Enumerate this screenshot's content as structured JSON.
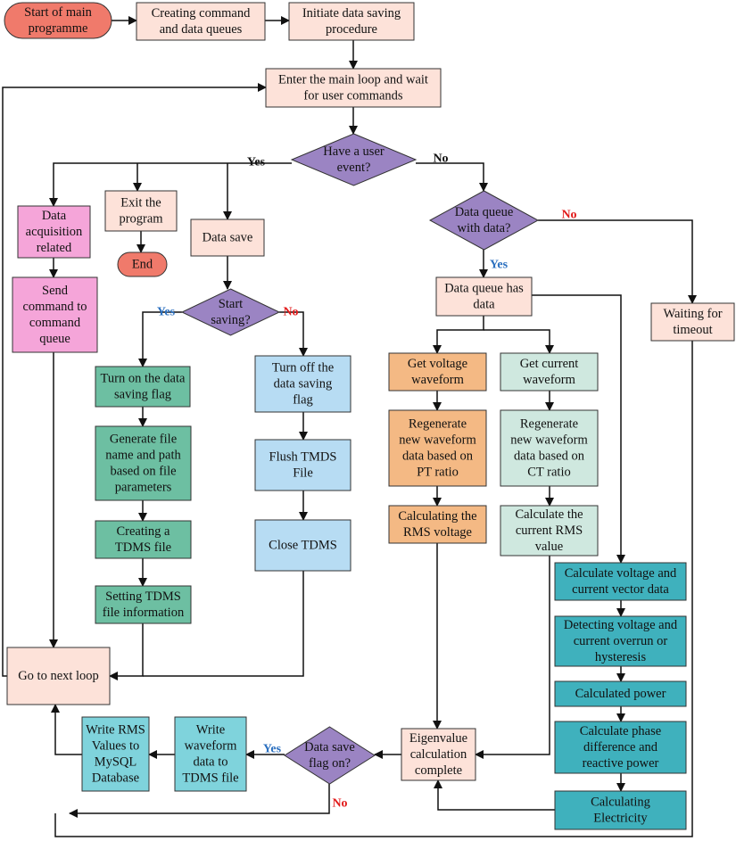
{
  "colors": {
    "terminal": "#f07a6b",
    "peach": "#fde2d9",
    "pink": "#f5a5d9",
    "decision": "#9b84c3",
    "green": "#6dbfa2",
    "blue": "#b7dcf3",
    "orange": "#f4b984",
    "mint": "#cfe8df",
    "teal": "#3fb1bd",
    "cyan": "#7fd3dc",
    "line": "#111111",
    "yes": "#2a6fbf",
    "no": "#e21c1c"
  },
  "nodes": {
    "start": [
      "Start of main",
      "programme"
    ],
    "create_queues": [
      "Creating command",
      "and data queues"
    ],
    "init_saving": [
      "Initiate data saving",
      "procedure"
    ],
    "main_loop": [
      "Enter the main loop and wait",
      "for user commands"
    ],
    "user_event": [
      "Have a user",
      "event?"
    ],
    "data_acq": [
      "Data",
      "acquisition",
      "related"
    ],
    "exit_program": [
      "Exit the",
      "program"
    ],
    "end": [
      "End"
    ],
    "data_save": [
      "Data save"
    ],
    "data_queue_with_data": [
      "Data queue",
      "with data?"
    ],
    "send_command": [
      "Send",
      "command to",
      "command",
      "queue"
    ],
    "start_saving": [
      "Start",
      "saving?"
    ],
    "queue_has_data": [
      "Data queue has",
      "data"
    ],
    "waiting_timeout": [
      "Waiting for",
      "timeout"
    ],
    "turn_on_flag": [
      "Turn on the data",
      "saving flag"
    ],
    "turn_off_flag": [
      "Turn off the",
      "data saving",
      "flag"
    ],
    "get_voltage": [
      "Get voltage",
      "waveform"
    ],
    "get_current": [
      "Get current",
      "waveform"
    ],
    "gen_filename": [
      "Generate file",
      "name and path",
      "based on file",
      "parameters"
    ],
    "flush_tmds": [
      "Flush TMDS",
      "File"
    ],
    "regen_voltage": [
      "Regenerate",
      "new waveform",
      "data based on",
      "PT ratio"
    ],
    "regen_current": [
      "Regenerate",
      "new waveform",
      "data based on",
      "CT ratio"
    ],
    "create_tdms": [
      "Creating a",
      "TDMS file"
    ],
    "close_tdms": [
      "Close TDMS"
    ],
    "rms_voltage": [
      "Calculating the",
      "RMS voltage"
    ],
    "rms_current": [
      "Calculate the",
      "current RMS",
      "value"
    ],
    "vector_data": [
      "Calculate voltage and",
      "current vector data"
    ],
    "set_tdms_info": [
      "Setting TDMS",
      "file information"
    ],
    "overrun": [
      "Detecting voltage and",
      "current overrun or",
      "hysteresis"
    ],
    "next_loop": [
      "Go to next loop"
    ],
    "power": [
      "Calculated power"
    ],
    "write_rms": [
      "Write RMS",
      "Values to",
      "MySQL",
      "Database"
    ],
    "write_waveform": [
      "Write",
      "waveform",
      "data to",
      "TDMS file"
    ],
    "save_flag_on": [
      "Data save",
      "flag on?"
    ],
    "eigenvalue": [
      "Eigenvalue",
      "calculation",
      "complete"
    ],
    "phase_diff": [
      "Calculate phase",
      "difference and",
      "reactive power"
    ],
    "electricity": [
      "Calculating",
      "Electricity"
    ]
  },
  "edge_labels": {
    "user_event_yes": "Yes",
    "user_event_no": "No",
    "queue_no": "No",
    "queue_yes": "Yes",
    "start_saving_yes": "Yes",
    "start_saving_no": "No",
    "save_flag_yes": "Yes",
    "save_flag_no": "No"
  }
}
